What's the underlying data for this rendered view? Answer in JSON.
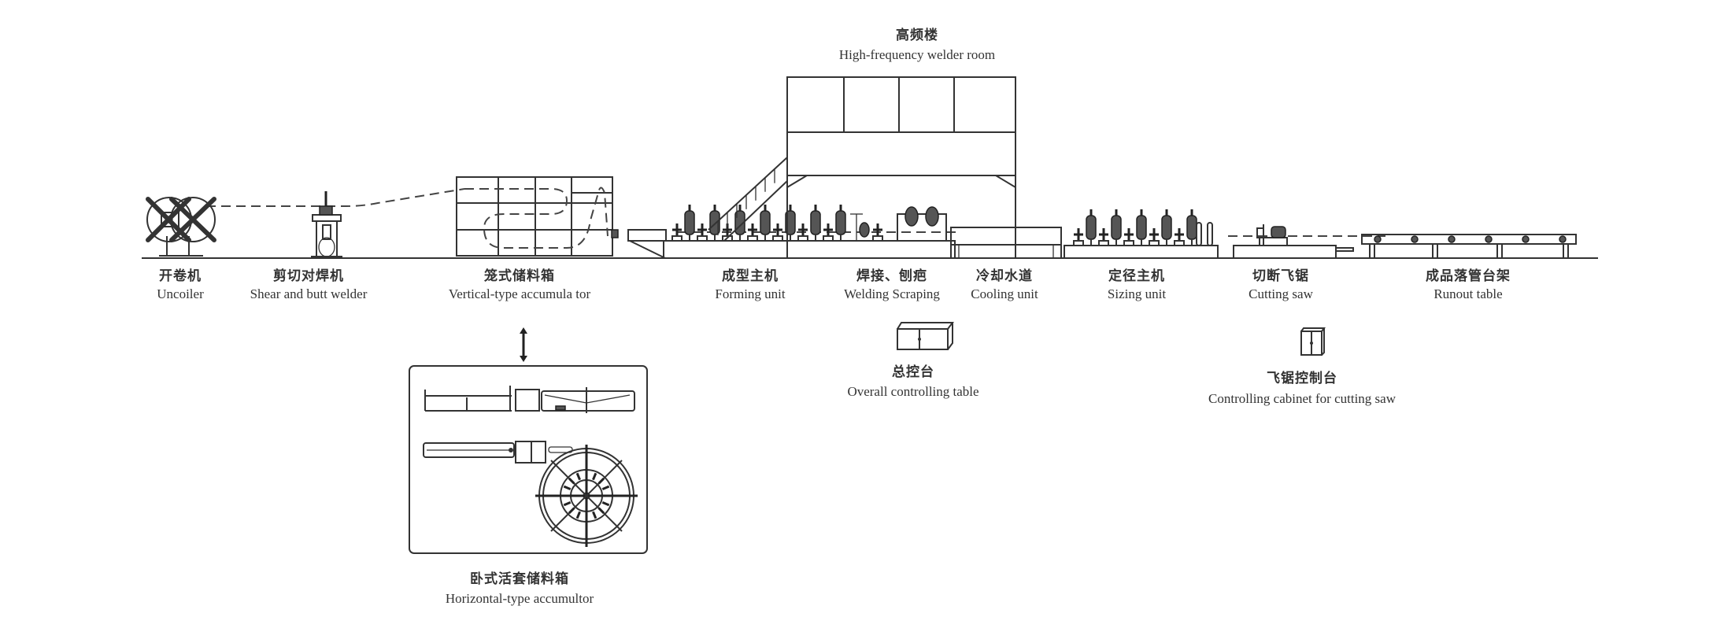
{
  "diagram": {
    "type": "process-line",
    "title_zh": "高频楼",
    "title_en": "High-frequency welder room",
    "stations": [
      {
        "id": "uncoiler",
        "zh": "开卷机",
        "en": "Uncoiler"
      },
      {
        "id": "shear-butt-welder",
        "zh": "剪切对焊机",
        "en": "Shear and butt welder"
      },
      {
        "id": "vertical-accumulator",
        "zh": "笼式储料箱",
        "en": "Vertical-type accumula tor"
      },
      {
        "id": "forming-unit",
        "zh": "成型主机",
        "en": "Forming unit"
      },
      {
        "id": "welding-scraping",
        "zh": "焊接、刨疤",
        "en": "Welding Scraping"
      },
      {
        "id": "cooling-unit",
        "zh": "冷却水道",
        "en": "Cooling unit"
      },
      {
        "id": "sizing-unit",
        "zh": "定径主机",
        "en": "Sizing unit"
      },
      {
        "id": "cutting-saw",
        "zh": "切断飞锯",
        "en": "Cutting saw"
      },
      {
        "id": "runout-table",
        "zh": "成品落管台架",
        "en": "Runout table"
      }
    ],
    "auxiliary": [
      {
        "id": "overall-controlling-table",
        "zh": "总控台",
        "en": "Overall controlling table"
      },
      {
        "id": "cutting-saw-cabinet",
        "zh": "飞锯控制台",
        "en": "Controlling cabinet for cutting saw"
      },
      {
        "id": "horizontal-accumulator",
        "zh": "卧式活套储料箱",
        "en": "Horizontal-type accumultor"
      }
    ],
    "flow": [
      "uncoiler",
      "shear-butt-welder",
      "vertical-accumulator",
      "forming-unit",
      "welding-scraping",
      "cooling-unit",
      "sizing-unit",
      "cutting-saw",
      "runout-table"
    ],
    "alternative": {
      "replaces": "vertical-accumulator",
      "with": "horizontal-accumulator"
    }
  },
  "colors": {
    "line": "#333333",
    "background": "#ffffff"
  }
}
